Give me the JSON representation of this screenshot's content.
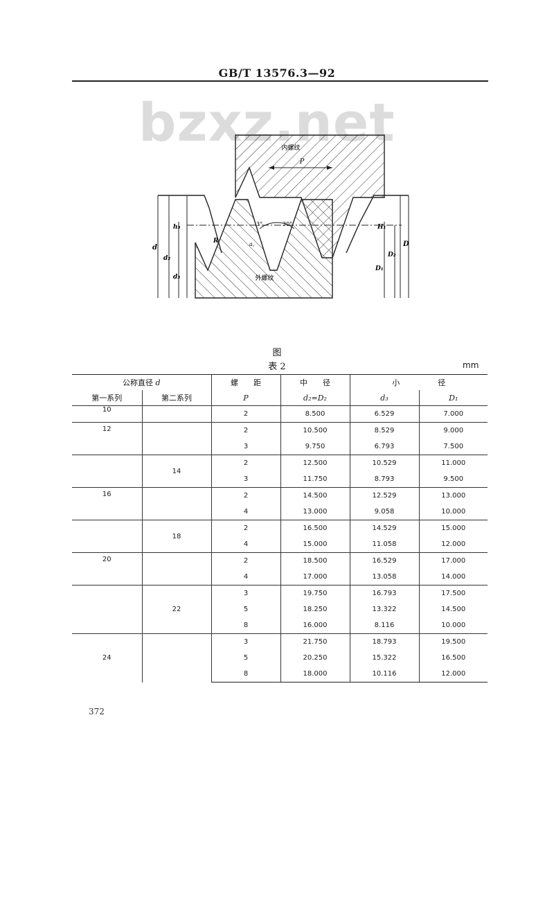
{
  "header": {
    "standard_no": "GB/T 13576.3—92"
  },
  "watermark": "bzxz.net",
  "figure": {
    "caption": "图",
    "labels": {
      "internal_thread": "内螺纹",
      "external_thread": "外螺纹",
      "pitch": "P",
      "angle_3": "3°",
      "angle_30": "30°",
      "d": "d",
      "d2": "d₂",
      "d3": "d₃",
      "h3": "h₃",
      "R": "R",
      "ac": "a꜀",
      "H1": "H₁",
      "D1": "D₁",
      "D2": "D₂",
      "D": "D"
    }
  },
  "table": {
    "title": "表 2",
    "unit": "mm",
    "headers": {
      "nominal_diameter": "公称直径",
      "nominal_diameter_symbol": "d",
      "first_series": "第一系列",
      "second_series": "第二系列",
      "pitch": "螺　　距",
      "pitch_symbol": "P",
      "pitch_diameter": "中　　径",
      "pitch_diameter_symbol": "d₂=D₂",
      "minor_diameter": "小　　　　　径",
      "minor_d3": "d₃",
      "minor_D1": "D₁"
    },
    "groups": [
      {
        "first": "10",
        "second": "",
        "rows": [
          {
            "pitch": "2",
            "d2": "8.500",
            "d3": "6.529",
            "D1": "7.000"
          }
        ]
      },
      {
        "first": "12",
        "second": "",
        "rows": [
          {
            "pitch": "2",
            "d2": "10.500",
            "d3": "8.529",
            "D1": "9.000"
          },
          {
            "pitch": "3",
            "d2": "9.750",
            "d3": "6.793",
            "D1": "7.500"
          }
        ]
      },
      {
        "first": "",
        "second": "14",
        "rows": [
          {
            "pitch": "2",
            "d2": "12.500",
            "d3": "10.529",
            "D1": "11.000"
          },
          {
            "pitch": "3",
            "d2": "11.750",
            "d3": "8.793",
            "D1": "9.500"
          }
        ]
      },
      {
        "first": "16",
        "second": "",
        "rows": [
          {
            "pitch": "2",
            "d2": "14.500",
            "d3": "12.529",
            "D1": "13.000"
          },
          {
            "pitch": "4",
            "d2": "13.000",
            "d3": "9.058",
            "D1": "10.000"
          }
        ]
      },
      {
        "first": "",
        "second": "18",
        "rows": [
          {
            "pitch": "2",
            "d2": "16.500",
            "d3": "14.529",
            "D1": "15.000"
          },
          {
            "pitch": "4",
            "d2": "15.000",
            "d3": "11.058",
            "D1": "12.000"
          }
        ]
      },
      {
        "first": "20",
        "second": "",
        "rows": [
          {
            "pitch": "2",
            "d2": "18.500",
            "d3": "16.529",
            "D1": "17.000"
          },
          {
            "pitch": "4",
            "d2": "17.000",
            "d3": "13.058",
            "D1": "14.000"
          }
        ]
      },
      {
        "first": "",
        "second": "22",
        "rows": [
          {
            "pitch": "3",
            "d2": "19.750",
            "d3": "16.793",
            "D1": "17.500"
          },
          {
            "pitch": "5",
            "d2": "18.250",
            "d3": "13.322",
            "D1": "14.500"
          },
          {
            "pitch": "8",
            "d2": "16.000",
            "d3": "8.116",
            "D1": "10.000"
          }
        ]
      },
      {
        "first": "24",
        "second": "",
        "rows": [
          {
            "pitch": "3",
            "d2": "21.750",
            "d3": "18.793",
            "D1": "19.500"
          },
          {
            "pitch": "5",
            "d2": "20.250",
            "d3": "15.322",
            "D1": "16.500"
          },
          {
            "pitch": "8",
            "d2": "18.000",
            "d3": "10.116",
            "D1": "12.000"
          }
        ]
      }
    ]
  },
  "page_number": "372"
}
